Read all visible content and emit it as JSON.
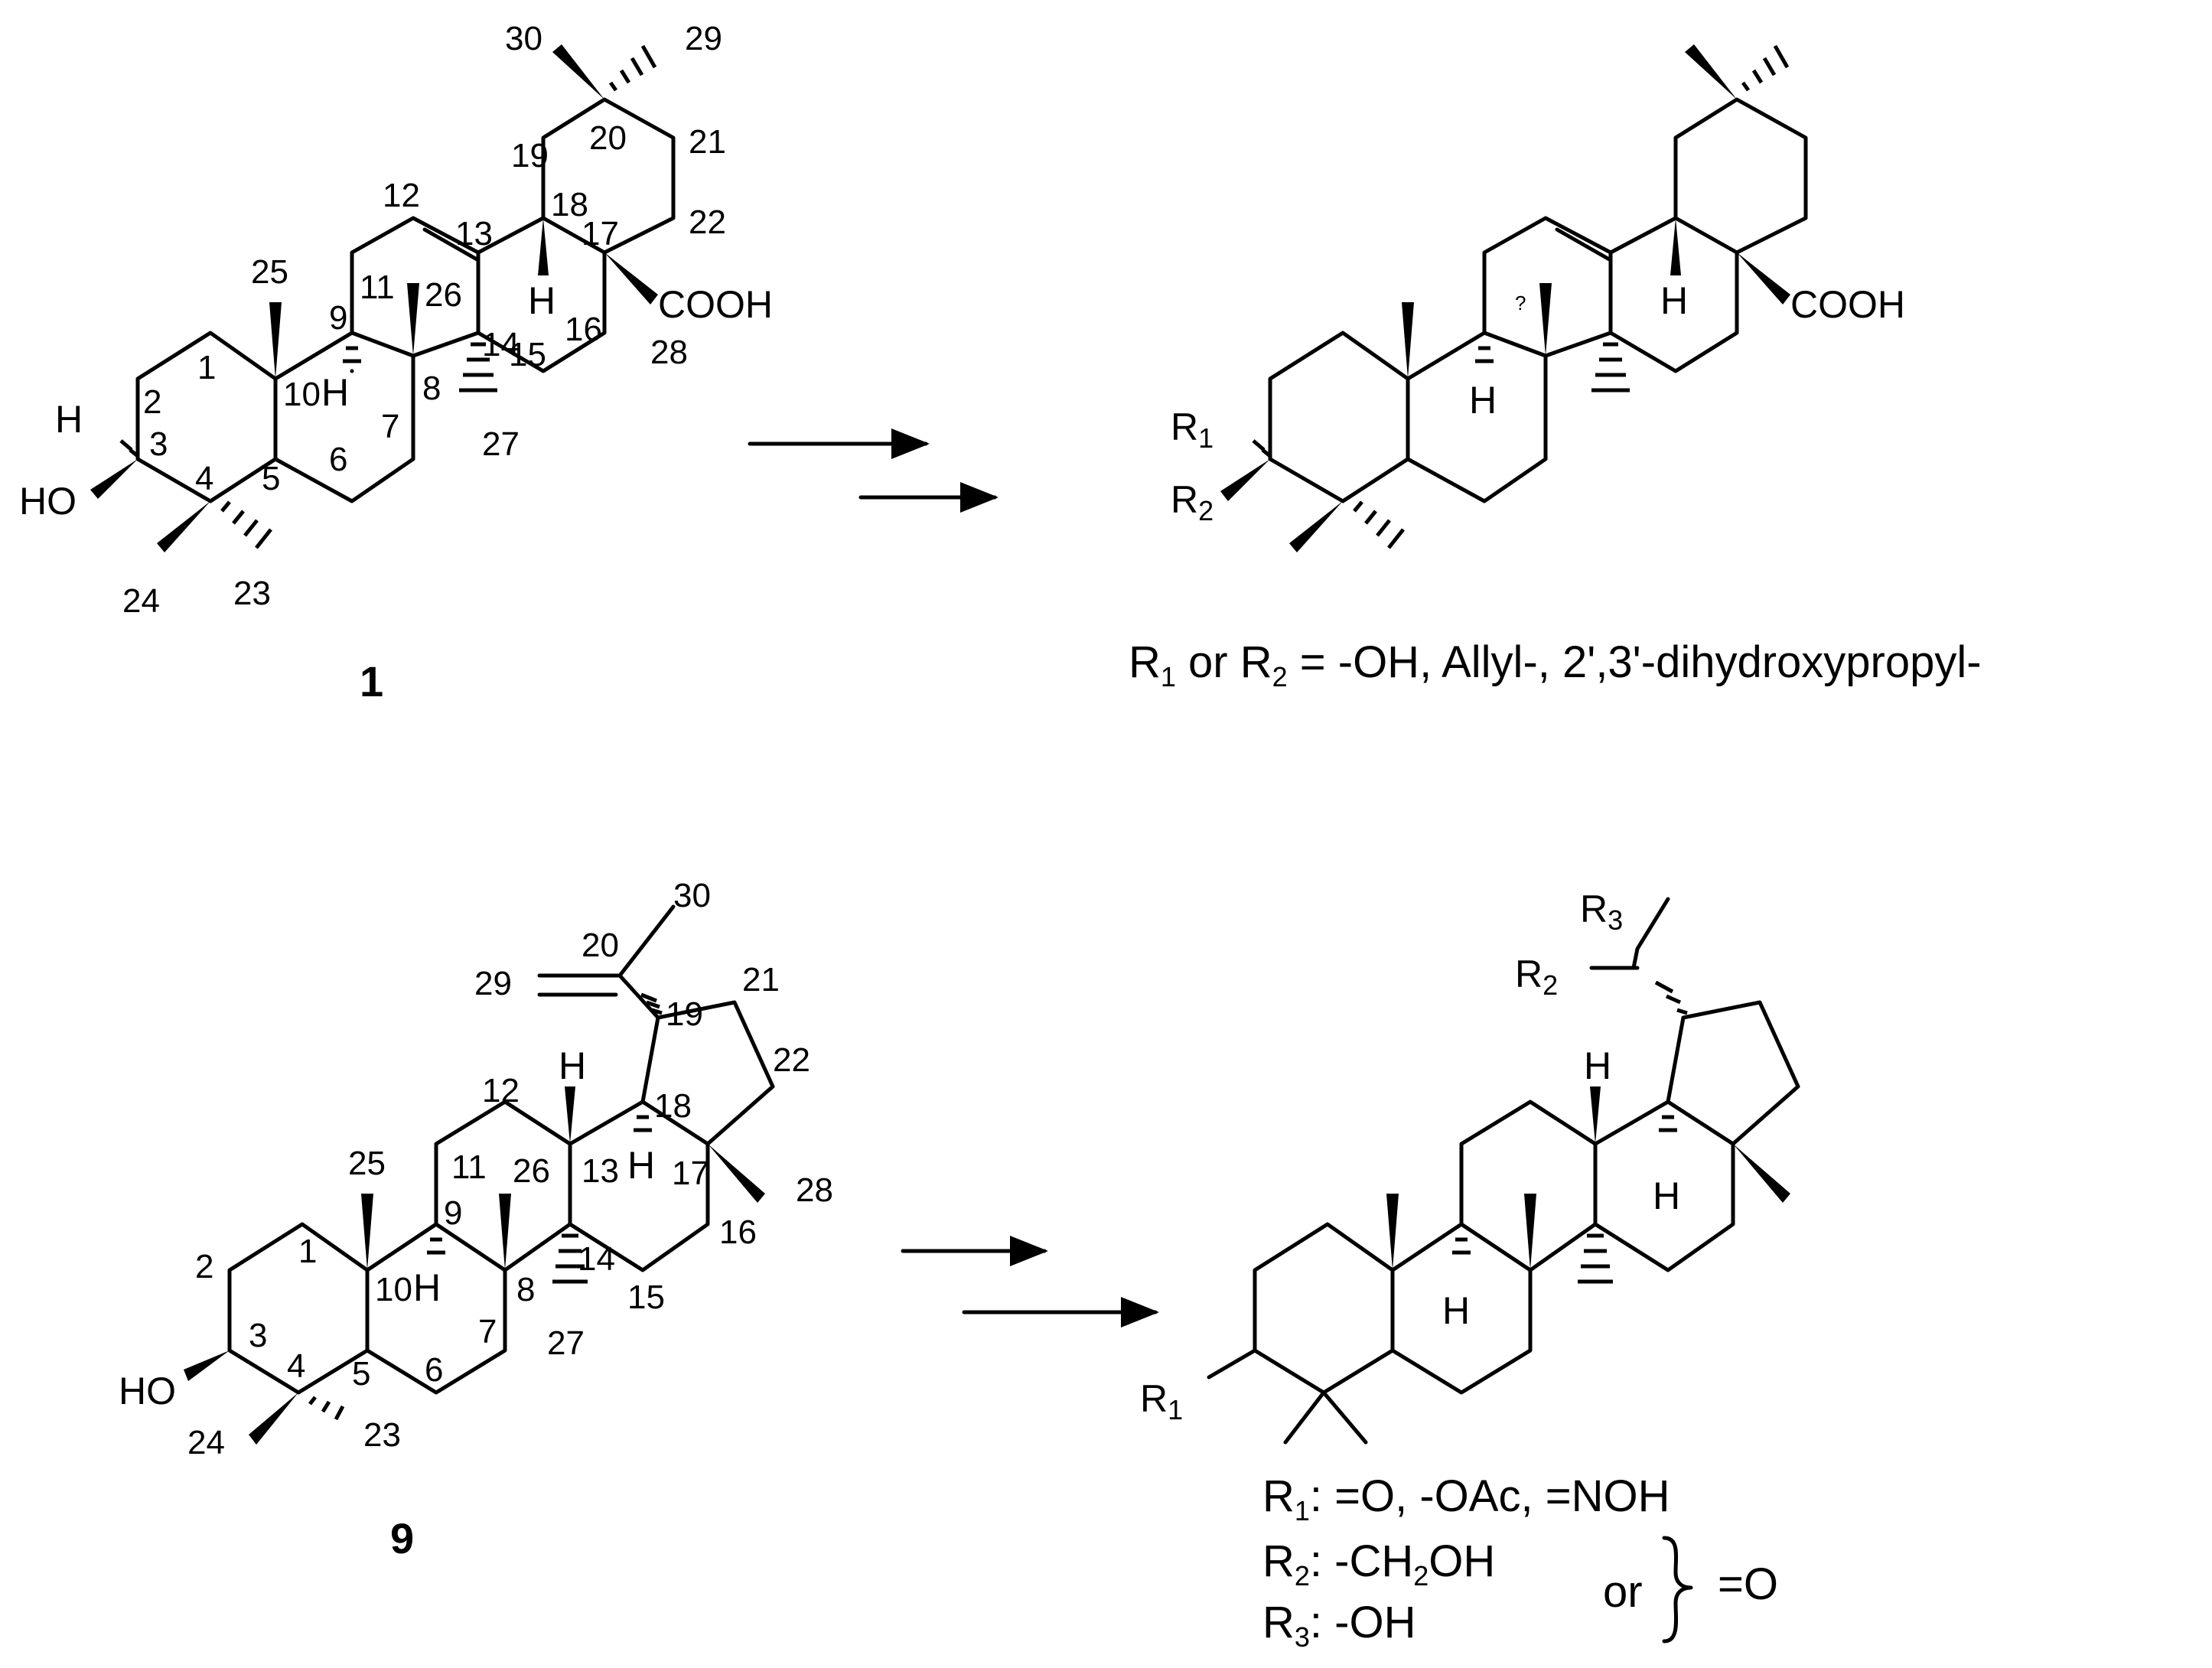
{
  "compound1": {
    "id": "1",
    "numbers": {
      "n1": "1",
      "n2": "2",
      "n3": "3",
      "n4": "4",
      "n5": "5",
      "n6": "6",
      "n7": "7",
      "n8": "8",
      "n9": "9",
      "n10": "10",
      "n11": "11",
      "n12": "12",
      "n13": "13",
      "n14": "14",
      "n15": "15",
      "n16": "16",
      "n17": "17",
      "n18": "18",
      "n19": "19",
      "n20": "20",
      "n21": "21",
      "n22": "22",
      "n23": "23",
      "n24": "24",
      "n25": "25",
      "n26": "26",
      "n27": "27",
      "n28": "28",
      "n29": "29",
      "n30": "30"
    },
    "atoms": {
      "H3": "H",
      "HO": "HO",
      "H9": "H",
      "H18": "H",
      "COOH": "COOH"
    }
  },
  "product1": {
    "atoms": {
      "H9": "H",
      "H18": "H",
      "COOH": "COOH",
      "question": "?"
    },
    "R1": "R",
    "R1_sub": "1",
    "R2": "R",
    "R2_sub": "2",
    "caption": {
      "r": "R",
      "s1": "1",
      "or": " or ",
      "r2": "R",
      "s2": "2",
      "rest": " = -OH, Allyl-, 2',3'-dihydroxypropyl-"
    }
  },
  "compound9": {
    "id": "9",
    "numbers": {
      "n1": "1",
      "n2": "2",
      "n3": "3",
      "n4": "4",
      "n5": "5",
      "n6": "6",
      "n7": "7",
      "n8": "8",
      "n9": "9",
      "n10": "10",
      "n11": "11",
      "n12": "12",
      "n13": "13",
      "n14": "14",
      "n15": "15",
      "n16": "16",
      "n17": "17",
      "n18": "18",
      "n19": "19",
      "n20": "20",
      "n21": "21",
      "n22": "22",
      "n23": "23",
      "n24": "24",
      "n25": "25",
      "n26": "26",
      "n27": "27",
      "n28": "28",
      "n29": "29",
      "n30": "30"
    },
    "atoms": {
      "HO": "HO",
      "H9": "H",
      "H13": "H",
      "H18": "H"
    }
  },
  "product9": {
    "atoms": {
      "H9": "H",
      "H13": "H",
      "H18": "H"
    },
    "R1": "R",
    "R1_sub": "1",
    "R2": "R",
    "R2_sub": "2",
    "R3": "R",
    "R3_sub": "3",
    "legend": {
      "r1": "R",
      "r1_sub": "1",
      "r1_val": ": =O, -OAc, =NOH",
      "r2": "R",
      "r2_sub": "2",
      "r2_val": ": -CH",
      "r2_val_sub": "2",
      "r2_val_end": "OH",
      "r3": "R",
      "r3_sub": "3",
      "r3_val": ": -OH",
      "or": "or",
      "eq": "=O"
    }
  }
}
